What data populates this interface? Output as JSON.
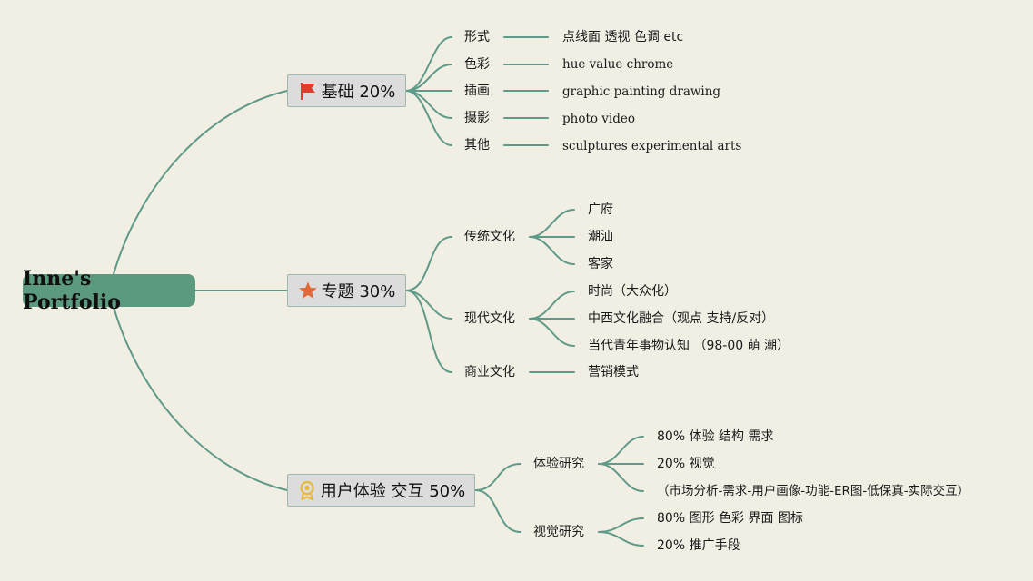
{
  "root": {
    "label": "Inne's Portfolio"
  },
  "branches": [
    {
      "label": "基础 20%",
      "icon": "red-flag-icon",
      "children": [
        {
          "label": "形式",
          "items": [
            "点线面 透视 色调 etc"
          ]
        },
        {
          "label": "色彩",
          "items": [
            "hue value chrome"
          ]
        },
        {
          "label": "插画",
          "items": [
            "graphic painting drawing"
          ]
        },
        {
          "label": "摄影",
          "items": [
            "photo video"
          ]
        },
        {
          "label": "其他",
          "items": [
            "sculptures experimental arts"
          ]
        }
      ]
    },
    {
      "label": "专题 30%",
      "icon": "orange-star-icon",
      "children": [
        {
          "label": "传统文化",
          "items": [
            "广府",
            "潮汕",
            "客家"
          ]
        },
        {
          "label": "现代文化",
          "items": [
            "时尚（大众化）",
            "中西文化融合（观点 支持/反对）",
            "当代青年事物认知 （98-00 萌 潮）"
          ]
        },
        {
          "label": "商业文化",
          "items": [
            "营销模式"
          ]
        }
      ]
    },
    {
      "label": "用户体验 交互 50%",
      "icon": "award-medal-icon",
      "children": [
        {
          "label": "体验研究",
          "items": [
            "80% 体验 结构 需求",
            "20% 视觉",
            "（市场分析-需求-用户画像-功能-ER图-低保真-实际交互）"
          ]
        },
        {
          "label": "视觉研究",
          "items": [
            "80% 图形 色彩 界面 图标",
            "20% 推广手段"
          ]
        }
      ]
    }
  ],
  "colors": {
    "background": "#f1eee4",
    "root": "#5b9a7f",
    "branch": "#dcdcdc",
    "line": "#5f9a88",
    "flag": "#e53b2c",
    "star": "#e2683a",
    "medal": "#e8b93a"
  }
}
